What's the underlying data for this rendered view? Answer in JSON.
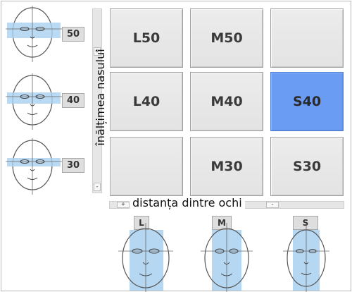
{
  "rows": [
    {
      "tag": "50"
    },
    {
      "tag": "40"
    },
    {
      "tag": "30"
    }
  ],
  "vertical_axis": {
    "label": "înălțimea nasului",
    "plus": "+",
    "minus": "-"
  },
  "horizontal_axis": {
    "label": "distanța dintre ochi",
    "plus": "+",
    "minus": "-"
  },
  "grid": [
    [
      "L50",
      "M50",
      ""
    ],
    [
      "L40",
      "M40",
      "S40"
    ],
    [
      "",
      "M30",
      "S30"
    ]
  ],
  "selected_cell": "S40",
  "columns": [
    {
      "tag": "L"
    },
    {
      "tag": "M"
    },
    {
      "tag": "S"
    }
  ],
  "colors": {
    "selected": "#6b9cf4",
    "highlight": "#a9d0ef",
    "cell": "#e6e6e6"
  }
}
